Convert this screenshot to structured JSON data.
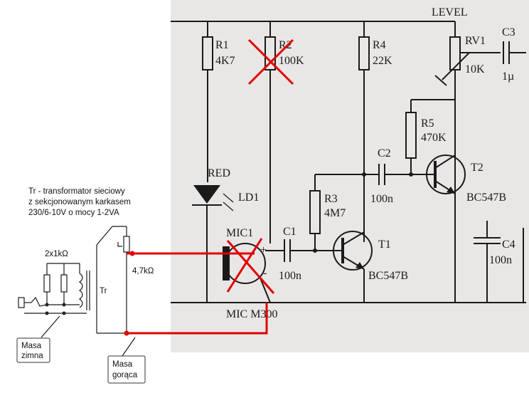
{
  "labels": {
    "level": "LEVEL",
    "r1_name": "R1",
    "r1_val": "4K7",
    "r2_name": "R2",
    "r2_val": "100K",
    "r4_name": "R4",
    "r4_val": "22K",
    "rv1_name": "RV1",
    "rv1_val": "10K",
    "c3_name": "C3",
    "c3_val": "1µ",
    "r5_name": "R5",
    "r5_val": "470K",
    "c2_name": "C2",
    "c2_val": "100n",
    "t2_name": "T2",
    "t2_val": "BC547B",
    "red": "RED",
    "ld1": "LD1",
    "r3_name": "R3",
    "r3_val": "4M7",
    "mic1": "MIC1",
    "c1_name": "C1",
    "c1_val": "100n",
    "t1_name": "T1",
    "t1_val": "BC547B",
    "c4_name": "C4",
    "c4_val": "100n",
    "mic_model": "MIC M300",
    "plus": "+",
    "minus": "-"
  },
  "annotations": {
    "transformer_note": [
      "Tr - transformator sieciowy",
      "z sekcjonowanym karkasem",
      "230/6-10V o mocy 1-2VA"
    ],
    "resistors": "2x1kΩ",
    "pot": "4,7kΩ",
    "tr": "Tr",
    "masa_zimna": [
      "Masa",
      "zimna"
    ],
    "masa_goraca": [
      "Masa",
      "gorąca"
    ]
  },
  "colors": {
    "accent": "#e00000",
    "ink": "#1a1a1a",
    "photo": "#e9e7e6"
  }
}
